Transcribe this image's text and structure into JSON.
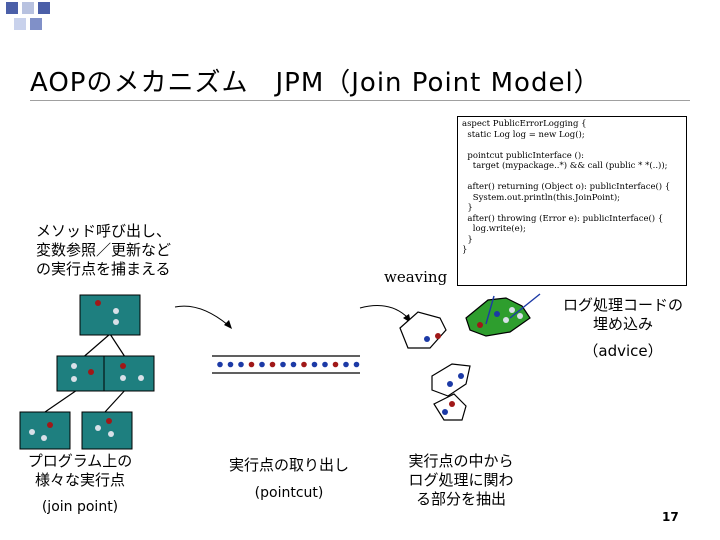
{
  "title": "AOPのメカニズム　JPM（Join Point Model）",
  "code_lines": [
    "aspect PublicErrorLogging {",
    "  static Log log = new Log();",
    "",
    "  pointcut publicInterface ():",
    "    target (mypackage..*) && call (public * *(..));",
    "",
    "  after() returning (Object o): publicInterface() {",
    "    System.out.println(this.JoinPoint);",
    "  }",
    "  after() throwing (Error e): publicInterface() {",
    "    log.write(e);",
    "  }",
    "}"
  ],
  "left_note": [
    "メソッド呼び出し、",
    "変数参照／更新など",
    "の実行点を捕まえる"
  ],
  "weaving_label": "weaving",
  "advice": {
    "line1": "ログ処理コードの",
    "line2": "埋め込み",
    "line3": "（advice）"
  },
  "captions": {
    "join_point": {
      "line1": "プログラム上の",
      "line2": "様々な実行点",
      "line3": "(join point)"
    },
    "pointcut": {
      "line1": "実行点の取り出し",
      "line2": "(pointcut)"
    },
    "extract": {
      "line1": "実行点の中から",
      "line2": "ログ処理に関わ",
      "line3": "る部分を抽出"
    }
  },
  "slide_number": "17",
  "colors": {
    "teal": "#1e7f7f",
    "green": "#2e9e2e",
    "red_dot": "#a01818",
    "blue_dot": "#1c3aa6",
    "white_dot": "#d8e0e8"
  }
}
